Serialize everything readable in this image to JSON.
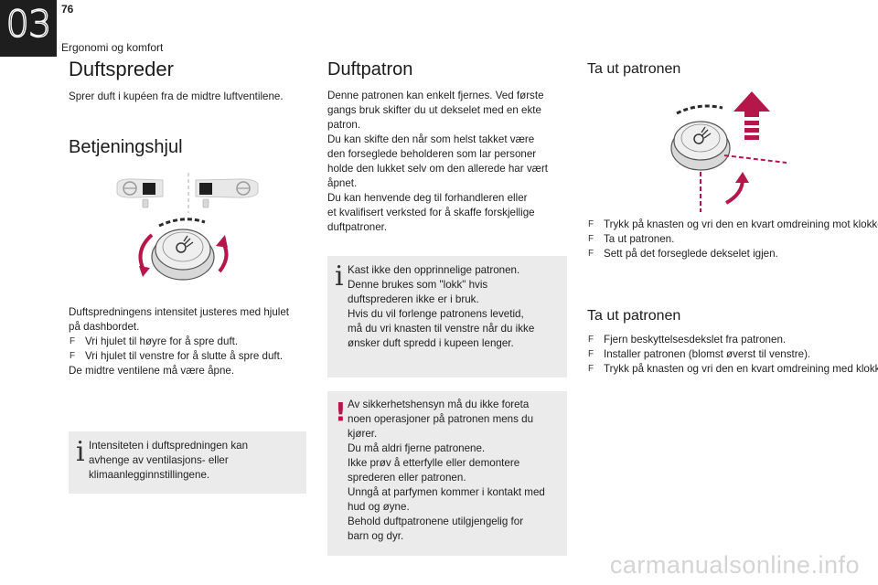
{
  "header": {
    "chapter_number": "03",
    "page_number": "76",
    "chapter_title": "Ergonomi og komfort"
  },
  "col1": {
    "title": "Duftspreder",
    "intro": "Sprer duft i kupéen fra de midtre luftventilene.",
    "subtitle": "Betjeningshjul",
    "body": [
      "Duftspredningens intensitet justeres med hjulet",
      "på dashbordet."
    ],
    "bullets": [
      "Vri hjulet til høyre for å spre duft.",
      "Vri hjulet til venstre for å slutte å spre duft."
    ],
    "after": "De midtre ventilene må være åpne.",
    "note": [
      "Intensiteten i duftspredningen kan",
      "avhenge av ventilasjons- eller",
      "klimaanlegginnstillingene."
    ]
  },
  "col2": {
    "title": "Duftpatron",
    "body": [
      "Denne patronen kan enkelt fjernes. Ved første",
      "gangs bruk skifter du ut dekselet med en ekte",
      "patron.",
      "Du kan skifte den når som helst takket være",
      "den forseglede beholderen som lar personer",
      "holde den lukket selv om den allerede har vært",
      "åpnet.",
      "Du kan henvende deg til forhandleren eller",
      "et kvalifisert verksted for å skaffe forskjellige",
      "duftpatroner."
    ],
    "info_note": [
      "Kast ikke den opprinnelige patronen.",
      "Denne brukes som \"lokk\" hvis",
      "duftsprederen ikke er i bruk.",
      "Hvis du vil forlenge patronens levetid,",
      "må du vri knasten til venstre når du ikke",
      "ønsker duft spredd i kupeen lenger."
    ],
    "warning_note": [
      "Av sikkerhetshensyn må du ikke foreta",
      "noen operasjoner på patronen mens du",
      "kjører.",
      "Du må aldri fjerne patronene.",
      "Ikke prøv å etterfylle eller demontere",
      "sprederen eller patronen.",
      "Unngå at parfymen kommer i kontakt med",
      "hud og øyne.",
      "Behold duftpatronene utilgjengelig for",
      "barn og dyr."
    ]
  },
  "col3": {
    "title1": "Ta ut patronen",
    "bullets1": [
      "Trykk på knasten og vri den en kvart omdreining mot klokken.",
      "Ta ut patronen.",
      "Sett på det forseglede dekselet igjen."
    ],
    "title2": "Ta ut patronen",
    "bullets2": [
      "Fjern beskyttelsesdekslet fra patronen.",
      "Installer patronen (blomst øverst til venstre).",
      "Trykk på knasten og vri den en kvart omdreining med klokken."
    ]
  },
  "colors": {
    "accent": "#b5174b",
    "note_bg": "#ebebeb",
    "chapter_tab": "#1e1e1e"
  },
  "watermark": "carmanualsonline.info"
}
